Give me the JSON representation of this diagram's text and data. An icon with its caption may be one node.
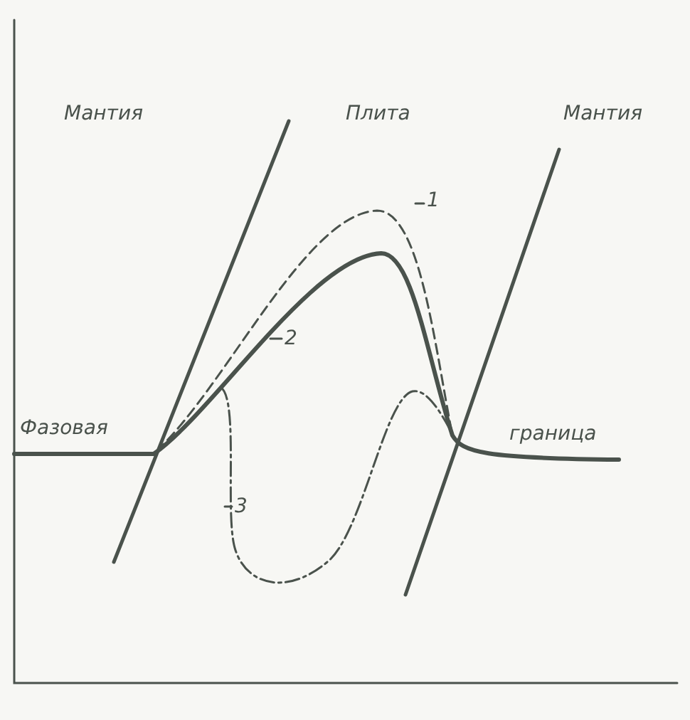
{
  "diagram": {
    "nodes": [
      {
        "text": [
          "1"
        ]
      },
      {
        "text": [
          "2"
        ]
      },
      {
        "text": [
          "3"
        ]
      }
    ],
    "edges": [
      {
        "from": 0,
        "to": null,
        "arrow": "none"
      },
      {
        "from": 1,
        "to": null,
        "arrow": "none"
      },
      {
        "from": 2,
        "to": null,
        "arrow": "none"
      }
    ],
    "labels": [
      "Мантия",
      "Плита",
      "Мантия",
      "Фазовая",
      "граница"
    ]
  }
}
